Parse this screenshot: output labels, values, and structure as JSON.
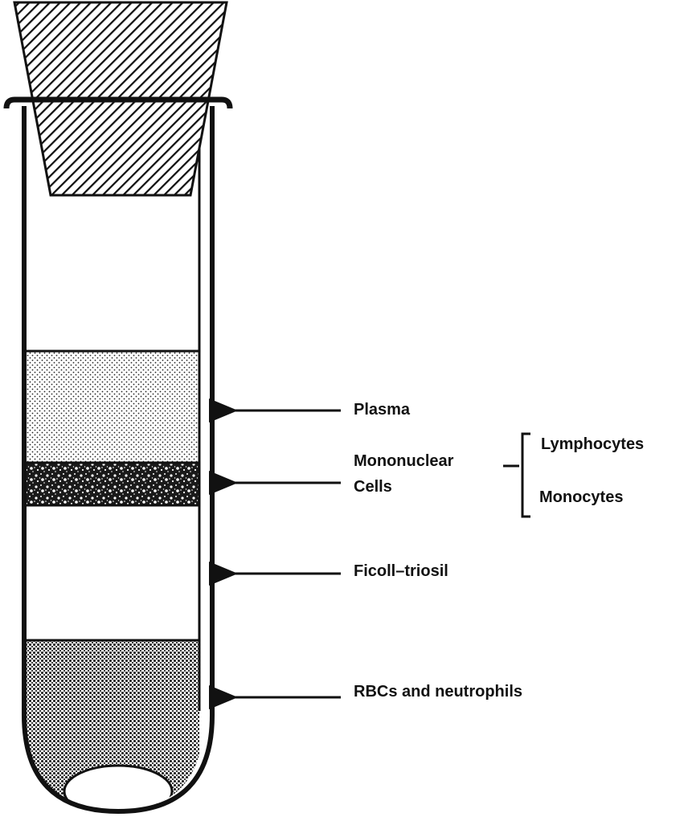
{
  "labels": {
    "plasma": "Plasma",
    "mononuclear_line1": "Mononuclear",
    "mononuclear_line2": "Cells",
    "lymphocytes": "Lymphocytes",
    "monocytes": "Monocytes",
    "ficoll": "Ficoll–triosil",
    "rbcs": "RBCs and neutrophils"
  },
  "colors": {
    "ink": "#111111",
    "paper": "#ffffff"
  },
  "layers": [
    {
      "name": "plasma",
      "pattern": "fine-stipple"
    },
    {
      "name": "mononuclear-cells",
      "pattern": "coarse-speckle"
    },
    {
      "name": "ficoll-triosil",
      "pattern": "clear"
    },
    {
      "name": "rbcs-and-neutrophils",
      "pattern": "dense-crosshatch"
    }
  ],
  "stopper": {
    "pattern": "diagonal-hatch"
  }
}
